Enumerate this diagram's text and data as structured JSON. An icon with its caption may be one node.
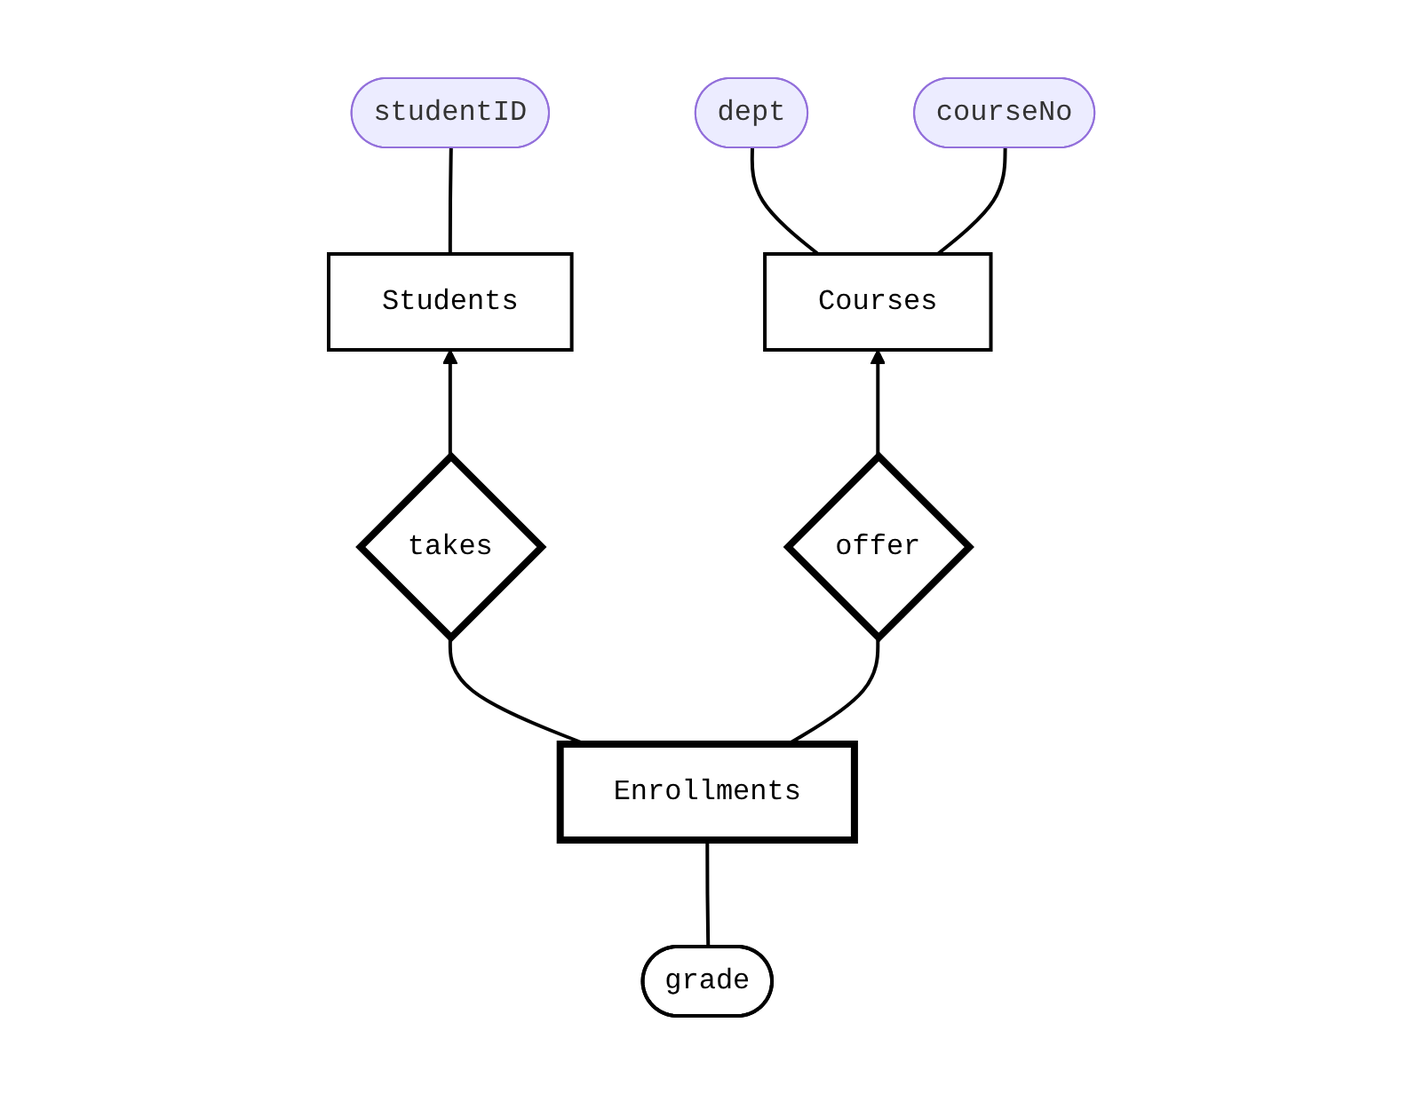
{
  "diagram": {
    "nodes": [
      {
        "text": [
          "studentID"
        ]
      },
      {
        "text": [
          "dept"
        ]
      },
      {
        "text": [
          "courseNo"
        ]
      },
      {
        "text": [
          "Students"
        ]
      },
      {
        "text": [
          "Courses"
        ]
      },
      {
        "text": [
          "takes"
        ]
      },
      {
        "text": [
          "offer"
        ]
      },
      {
        "text": [
          "Enrollments"
        ]
      },
      {
        "text": [
          "grade"
        ]
      }
    ],
    "edges": [
      {
        "from": 3,
        "to": 0,
        "arrow": "none"
      },
      {
        "from": 4,
        "to": 1,
        "arrow": "none"
      },
      {
        "from": 4,
        "to": 2,
        "arrow": "none"
      },
      {
        "from": 5,
        "to": 3,
        "arrow": "to"
      },
      {
        "from": 6,
        "to": 4,
        "arrow": "to"
      },
      {
        "from": 7,
        "to": 5,
        "arrow": "none"
      },
      {
        "from": 7,
        "to": 6,
        "arrow": "none"
      },
      {
        "from": 8,
        "to": 7,
        "arrow": "none"
      }
    ]
  }
}
